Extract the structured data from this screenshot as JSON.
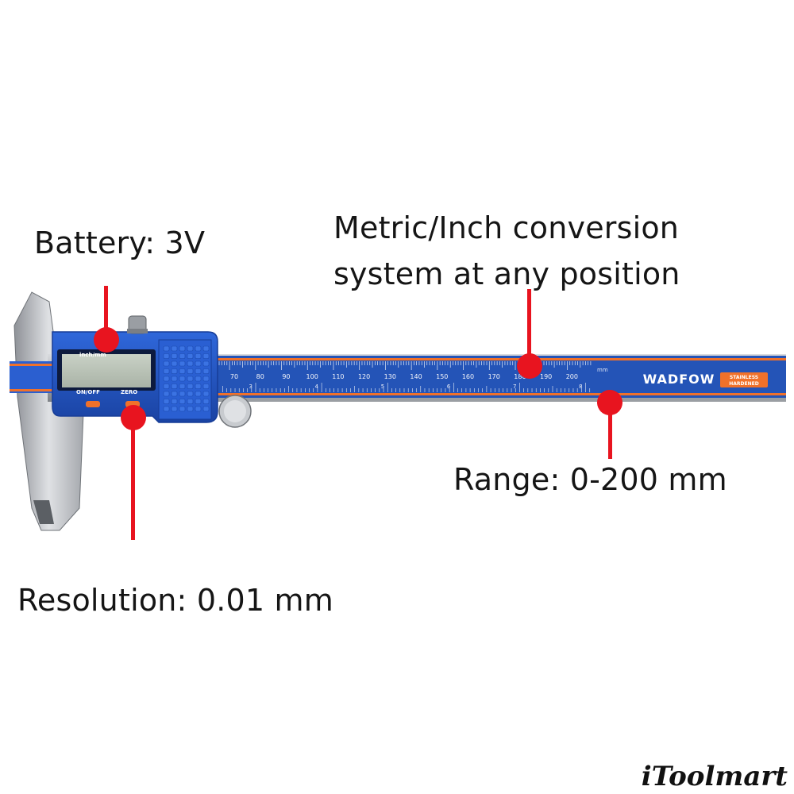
{
  "callouts": {
    "battery": "Battery: 3V",
    "metric_line1": "Metric/Inch conversion",
    "metric_line2": "system at any position",
    "range": "Range: 0-200 mm",
    "resolution": "Resolution: 0.01 mm"
  },
  "caliper": {
    "display_mode_label": "inch/mm",
    "on_off_label": "ON/OFF",
    "zero_label": "ZERO",
    "brand_logo": "WADFOW",
    "badge_line1": "STAINLESS",
    "badge_line2": "HARDENED",
    "scale_unit": "mm",
    "scale_mm_labels": [
      "70",
      "80",
      "90",
      "100",
      "110",
      "120",
      "130",
      "140",
      "150",
      "160",
      "170",
      "180",
      "190",
      "200"
    ],
    "scale_inch_labels": [
      "3",
      "4",
      "5",
      "6",
      "7",
      "8"
    ]
  },
  "watermark": "iToolmart",
  "colors": {
    "callout_red": "#e8141f",
    "body_blue": "#1f56c8",
    "scale_blue": "#2454b7",
    "accent_orange": "#f0712a",
    "steel": "#b9bcc1"
  }
}
